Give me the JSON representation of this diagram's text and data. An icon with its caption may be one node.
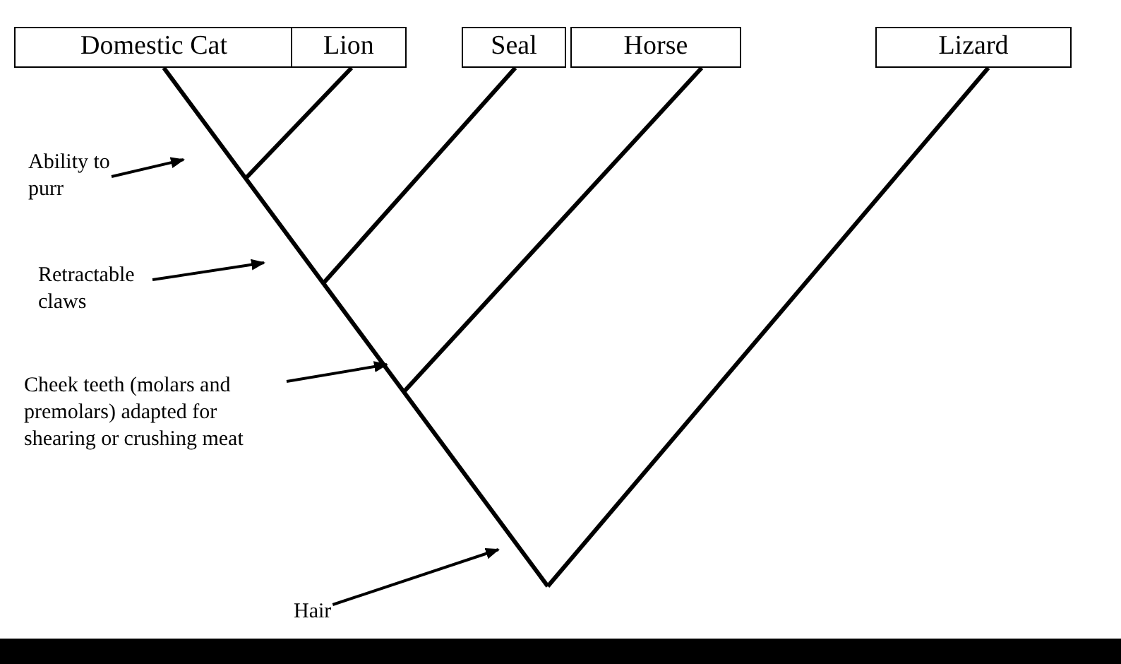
{
  "diagram": {
    "nodes": [
      {
        "text": [
          "Domestic Cat"
        ]
      },
      {
        "text": [
          "Lion"
        ]
      },
      {
        "text": [
          "Seal"
        ]
      },
      {
        "text": [
          "Horse"
        ]
      },
      {
        "text": [
          "Lizard"
        ]
      },
      {
        "text": [
          "Ability to purr"
        ]
      },
      {
        "text": [
          "Retractable claws"
        ]
      },
      {
        "text": [
          "Cheek teeth (molars and premolars) adapted for shearing or crushing meat"
        ]
      },
      {
        "text": [
          "Hair"
        ]
      }
    ],
    "edges": [
      {
        "from": 5,
        "to": null,
        "arrow": "to"
      },
      {
        "from": 6,
        "to": null,
        "arrow": "to"
      },
      {
        "from": 7,
        "to": null,
        "arrow": "to"
      },
      {
        "from": 8,
        "to": null,
        "arrow": "to"
      }
    ]
  }
}
